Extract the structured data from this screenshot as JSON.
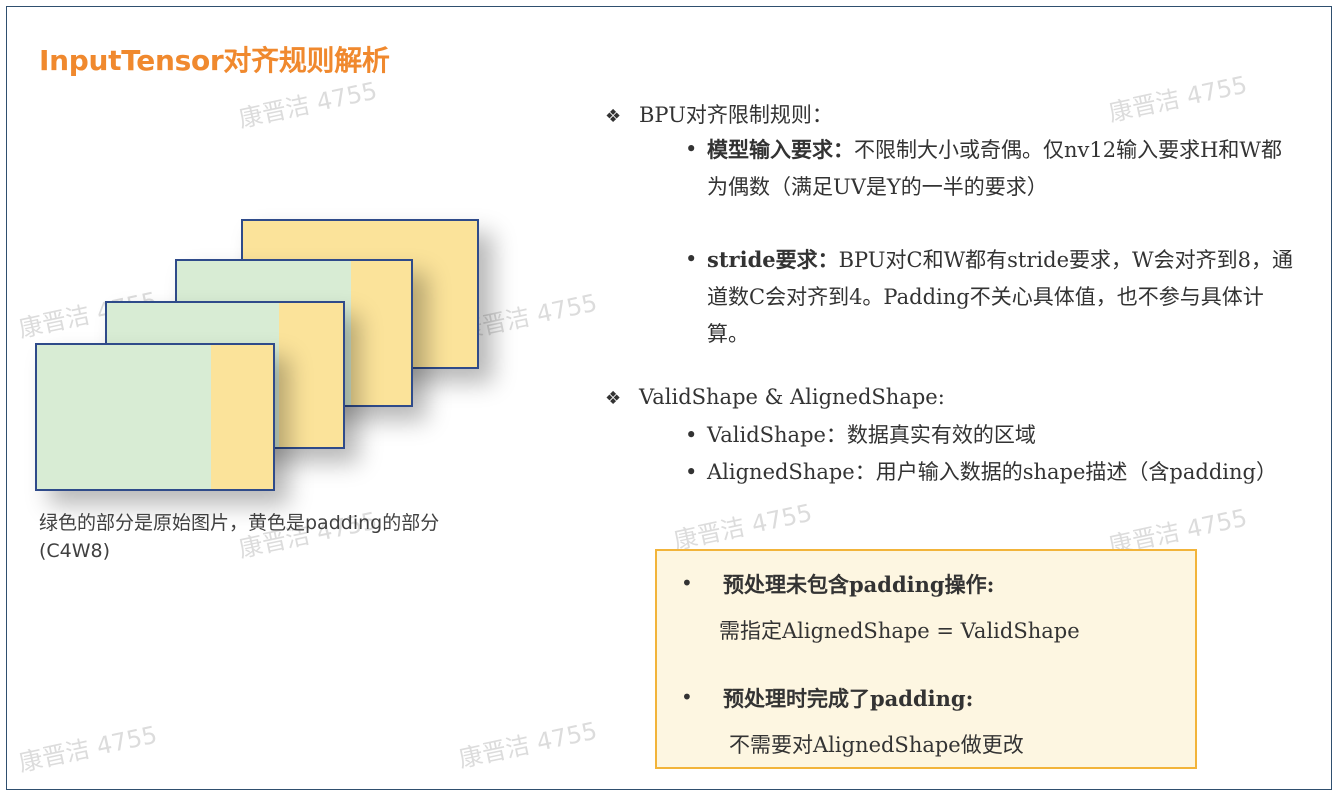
{
  "title": "InputTensor对齐规则解析",
  "watermark": "康晋洁 4755",
  "caption": "绿色的部分是原始图片，黄色是padding的部分(C4W8)",
  "section1": {
    "head": "BPU对齐限制规则：",
    "items": [
      {
        "label": "模型输入要求：",
        "text": "不限制大小或奇偶。仅nv12输入要求H和W都为偶数（满足UV是Y的一半的要求）"
      },
      {
        "label": "stride要求：",
        "text": "BPU对C和W都有stride要求，W会对齐到8，通道数C会对齐到4。Padding不关心具体值，也不参与具体计算。"
      }
    ]
  },
  "section2": {
    "head": "ValidShape & AlignedShape:",
    "items": [
      {
        "text": "ValidShape：数据真实有效的区域"
      },
      {
        "text": "AlignedShape：用户输入数据的shape描述（含padding）"
      }
    ]
  },
  "box": {
    "items": [
      {
        "head": "预处理未包含padding操作:",
        "body": "需指定AlignedShape = ValidShape"
      },
      {
        "head": "预处理时完成了padding:",
        "body": "不需要对AlignedShape做更改"
      }
    ]
  },
  "colors": {
    "title": "#f0892e",
    "green_fill": "#d8ecd4",
    "yellow_fill": "#fbe39a",
    "frame_border": "#2f4b8a",
    "box_border": "#f2b43a"
  }
}
